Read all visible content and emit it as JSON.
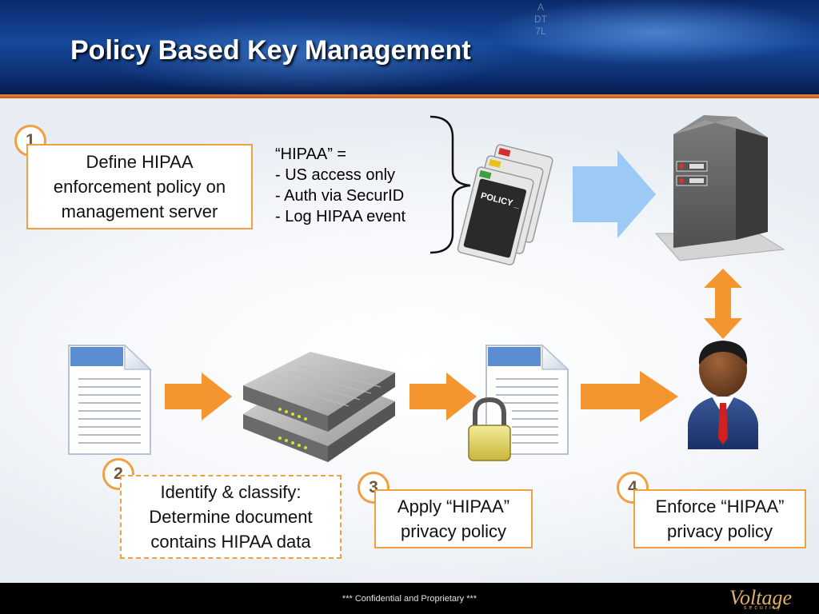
{
  "title": "Policy Based Key Management",
  "header_vertical_text": "ADT7L",
  "steps": [
    {
      "number": "1",
      "lines": [
        "Define HIPAA",
        "enforcement policy on",
        "management server"
      ]
    },
    {
      "number": "2",
      "lines": [
        "Identify & classify:",
        "Determine document",
        "contains HIPAA data"
      ]
    },
    {
      "number": "3",
      "lines": [
        "Apply “HIPAA”",
        "privacy policy"
      ]
    },
    {
      "number": "4",
      "lines": [
        "Enforce “HIPAA”",
        "privacy policy"
      ]
    }
  ],
  "policy_definition": [
    "“HIPAA” =",
    "- US access only",
    "- Auth via SecurID",
    "- Log HIPAA event"
  ],
  "policy_card_label": "POLICY _",
  "footer": {
    "text": "*** Confidential and Proprietary ***",
    "logo": "Voltage",
    "logo_sub": "security"
  },
  "colors": {
    "accent_orange": "#f0a040",
    "arrow_orange": "#f5952f",
    "arrow_blue": "#9ccaf5",
    "header_blue": "#16489a"
  },
  "icons": [
    "policy-cards-icon",
    "management-server-icon",
    "document-icon",
    "appliance-icon",
    "locked-document-icon",
    "user-icon"
  ]
}
